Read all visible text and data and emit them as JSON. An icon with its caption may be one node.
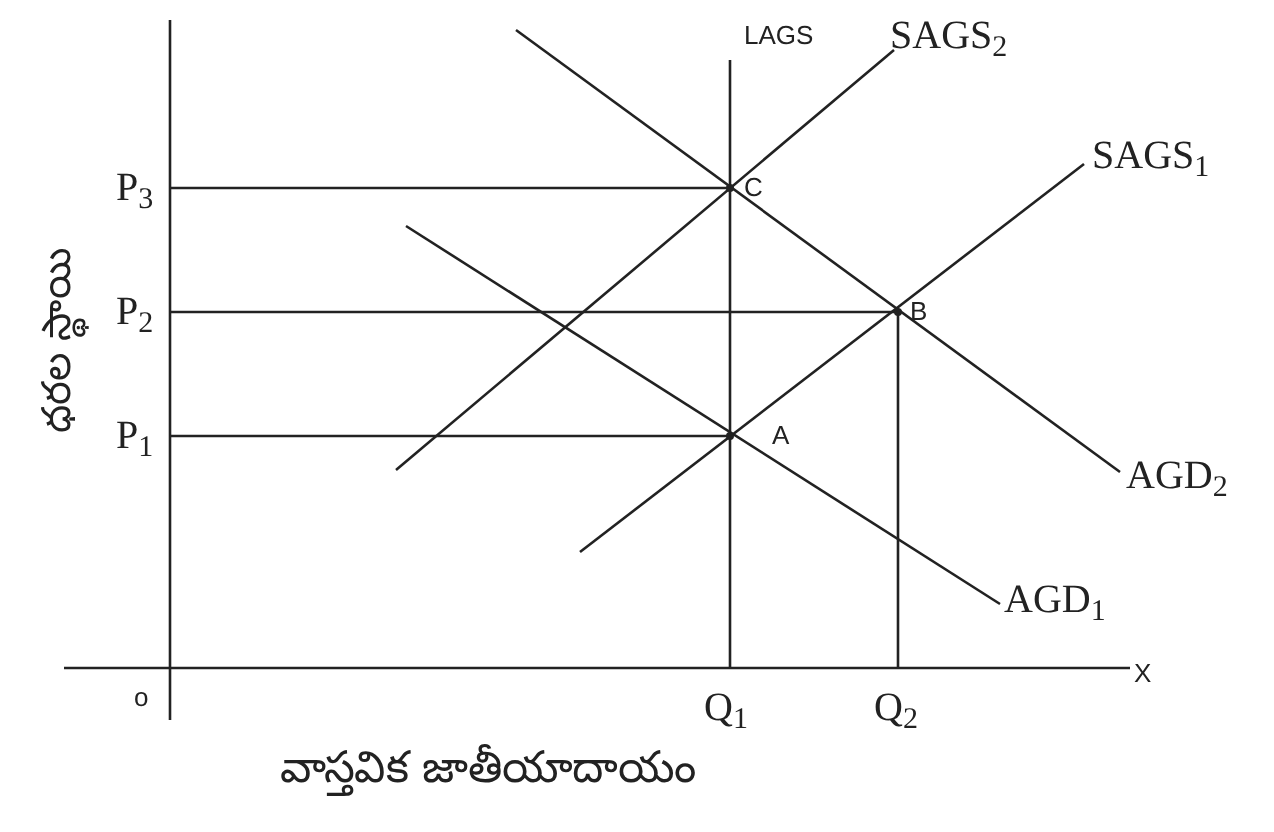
{
  "diagram": {
    "labels": [
      "LAGS",
      "SAGS$_{2}$",
      "SAGS$_{1}$",
      "P$_{3}$",
      "C",
      "ధరల స్థాయి",
      "P$_{2}$",
      "B",
      "P$_{1}$",
      "A",
      "AGD$_{2}$",
      "AGD$_{1}$",
      "o",
      "Q$_{1}$",
      "Q$_{2}$",
      "X",
      "వాస్తవిక జాతీయాదాయం"
    ]
  }
}
